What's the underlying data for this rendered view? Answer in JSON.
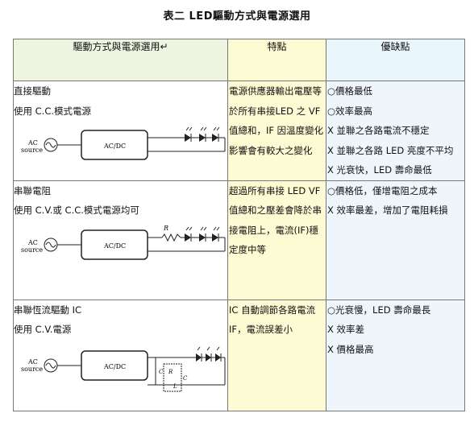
{
  "title": "表二  LED驅動方式與電源選用",
  "headers": {
    "col1": "驅動方式與電源選用↵",
    "col2": "特點",
    "col3": "優缺點"
  },
  "rows": [
    {
      "name_line1": "直接驅動",
      "name_line2": "使用 C.C.模式電源",
      "diagram": {
        "ac": "AC",
        "source": "source",
        "box": "AC/DC"
      },
      "features": "電源供應器輸出電壓等於所有串接LED 之 VF 值總和，IF 因溫度變化影響會有較大之變化",
      "pros_cons": [
        "○價格最低",
        "○效率最高",
        "X 並聯之各路電流不穩定",
        "X 並聯之各路 LED 亮度不平均",
        "X 光衰快，LED 壽命最低"
      ]
    },
    {
      "name_line1": "串聯電阻",
      "name_line2": "使用 C.V.或 C.C.模式電源均可",
      "diagram": {
        "ac": "AC",
        "source": "source",
        "box": "AC/DC",
        "r": "R"
      },
      "features": "超過所有串接 LED VF 值總和之壓差會降於串接電阻上，電流(IF)穩定度中等",
      "pros_cons": [
        "○價格低，僅增電阻之成本",
        "X 效率最差，增加了電阻耗損"
      ]
    },
    {
      "name_line1": "串聯恆流驅動 IC",
      "name_line2": "使用 C.V.電源",
      "diagram": {
        "ac": "AC",
        "source": "source",
        "box": "AC/DC",
        "c1": "C",
        "r": "R",
        "c2": "C",
        "l": "L"
      },
      "features": "IC 自動調節各路電流 IF，電流誤差小",
      "pros_cons": [
        "○光衰慢，LED 壽命最長",
        "X 效率差",
        "X 價格最高"
      ]
    }
  ]
}
